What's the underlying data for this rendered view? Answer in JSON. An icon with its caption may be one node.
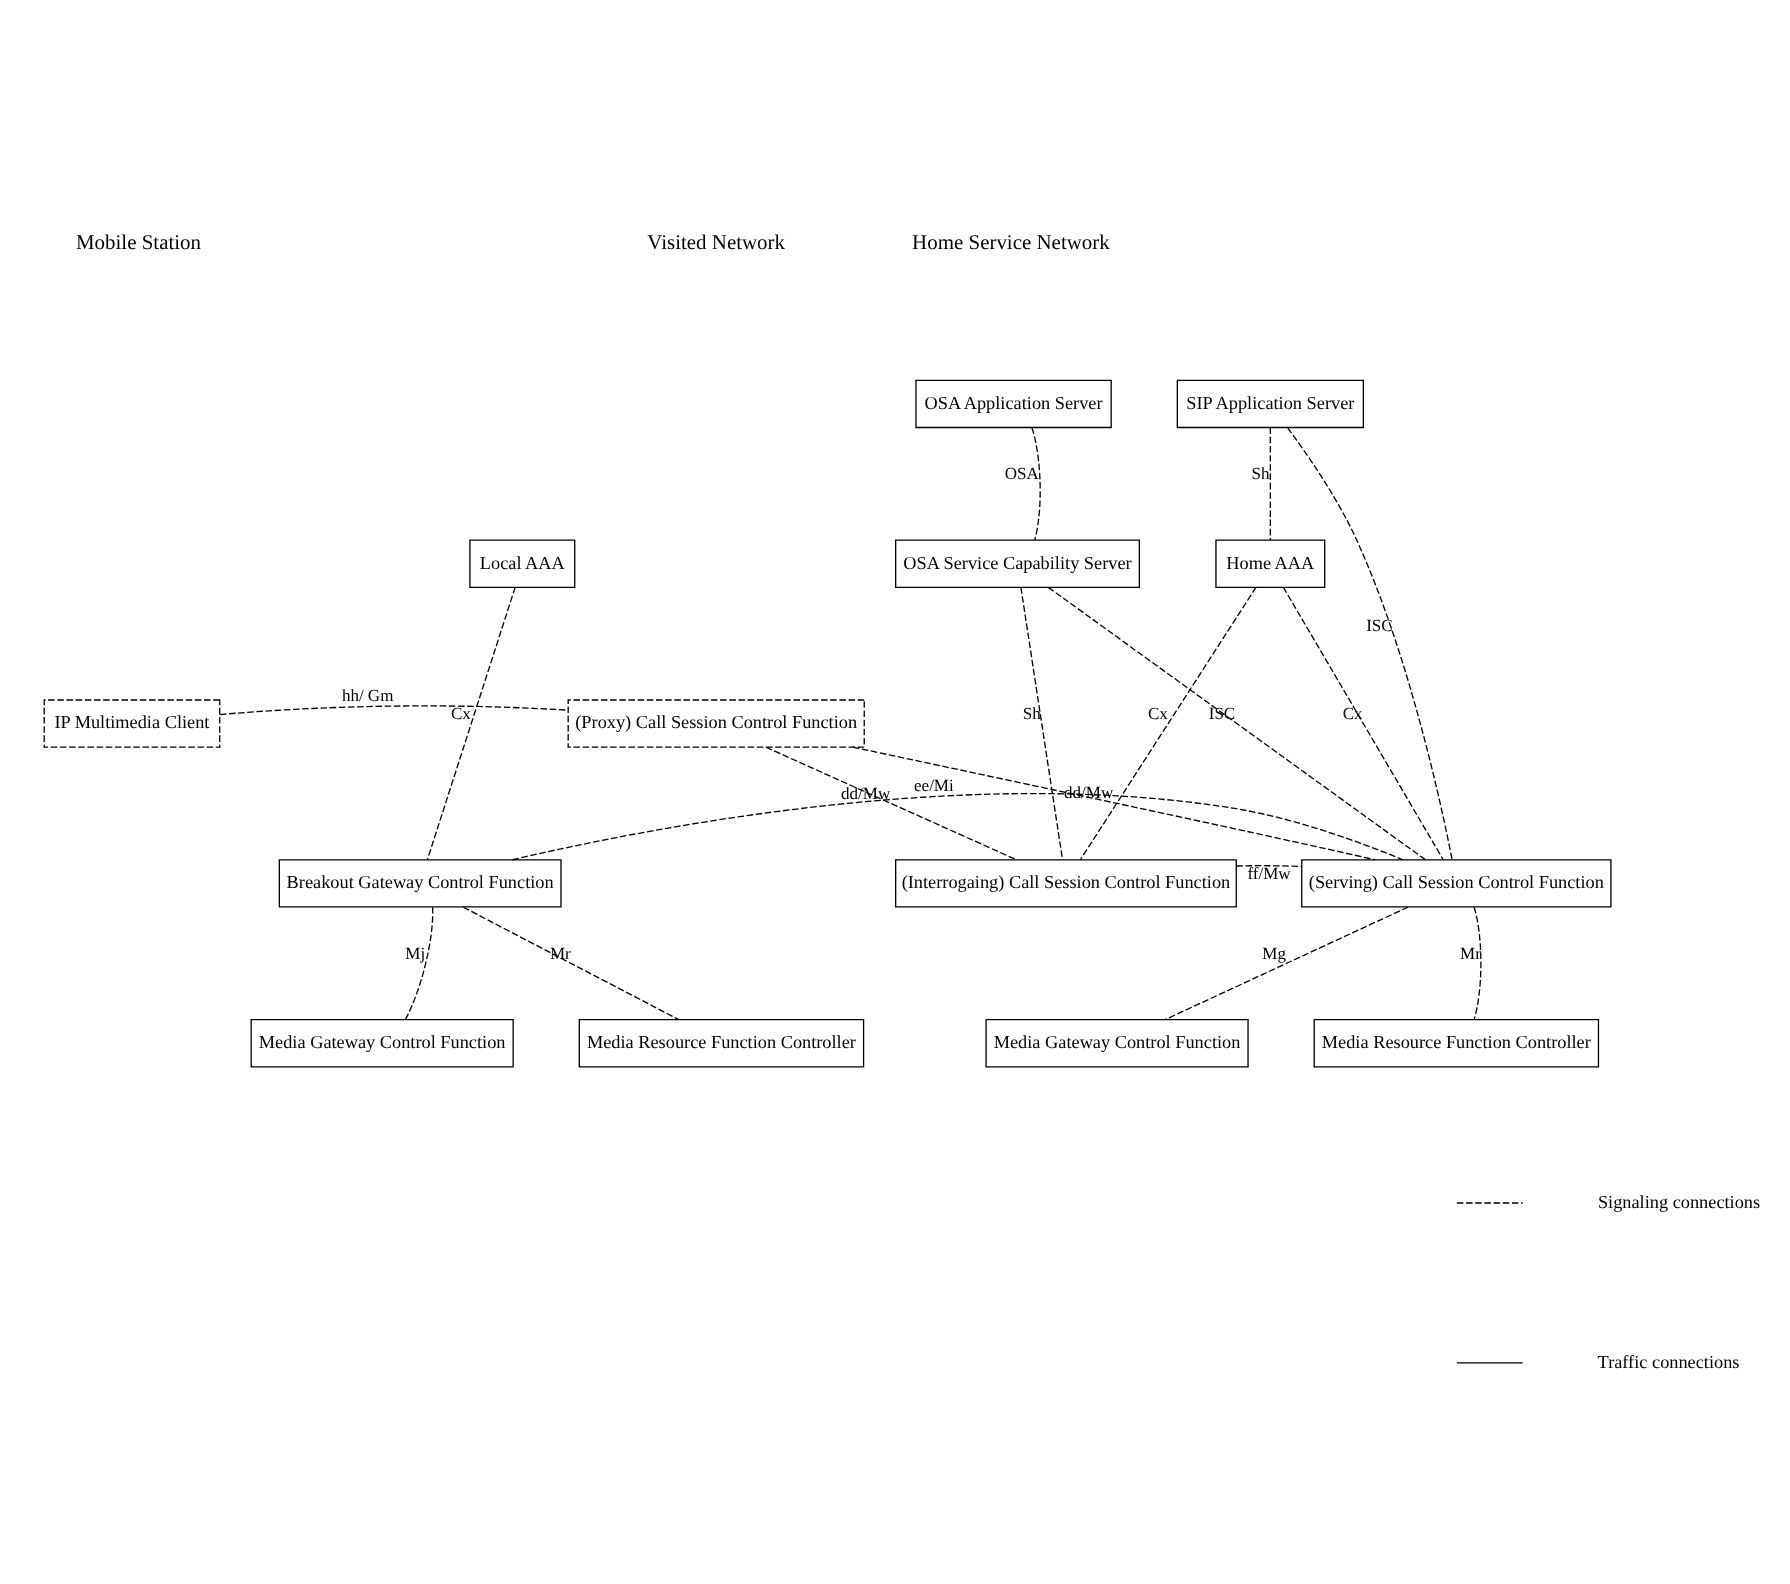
{
  "diagram": {
    "nodes": [
      {
        "text": [
          "IP Multimedia Client"
        ]
      },
      {
        "text": [
          "(Proxy) Call Session Control Function"
        ]
      },
      {
        "text": [
          "Local AAA"
        ]
      },
      {
        "text": [
          "Breakout Gateway Control Function"
        ]
      },
      {
        "text": [
          "Media Gateway Control Function"
        ]
      },
      {
        "text": [
          "Media Resource Function Controller"
        ]
      },
      {
        "text": [
          "SIP Application Server"
        ]
      },
      {
        "text": [
          "OSA Application Server"
        ]
      },
      {
        "text": [
          "Home AAA"
        ]
      },
      {
        "text": [
          "OSA Service Capability Server"
        ]
      },
      {
        "text": [
          "(Interrogaing) Call Session Control Function"
        ]
      },
      {
        "text": [
          "(Serving) Call Session Control Function"
        ]
      },
      {
        "text": [
          "Media Gateway Control Function"
        ]
      },
      {
        "text": [
          "Media Resource Function Controller"
        ]
      }
    ],
    "edges": [
      {
        "from": 0,
        "to": 1,
        "arrow": "none",
        "label": "hh/ Gm",
        "style": "dashed"
      },
      {
        "from": 1,
        "to": 11,
        "arrow": "none",
        "label": "dd/Mw",
        "style": "dashed"
      },
      {
        "from": 1,
        "to": 10,
        "arrow": "none",
        "label": "dd/Mw",
        "style": "dashed"
      },
      {
        "from": 2,
        "to": 3,
        "arrow": "none",
        "label": "Cx",
        "style": "dashed"
      },
      {
        "from": 3,
        "to": 11,
        "arrow": "none",
        "label": "ee/Mi",
        "style": "dashed"
      },
      {
        "from": 3,
        "to": 4,
        "arrow": "none",
        "label": "Mj",
        "style": "dashed"
      },
      {
        "from": 3,
        "to": 5,
        "arrow": "none",
        "label": "Mr",
        "style": "dashed"
      },
      {
        "from": 6,
        "to": 8,
        "arrow": "none",
        "label": "Sh",
        "style": "dashed"
      },
      {
        "from": 6,
        "to": 11,
        "arrow": "none",
        "label": "ISC",
        "style": "dashed"
      },
      {
        "from": 7,
        "to": 9,
        "arrow": "none",
        "label": "OSA",
        "style": "dashed"
      },
      {
        "from": 8,
        "to": 10,
        "arrow": "none",
        "label": "Cx",
        "style": "dashed"
      },
      {
        "from": 8,
        "to": 11,
        "arrow": "none",
        "label": "Cx",
        "style": "dashed"
      },
      {
        "from": 9,
        "to": 10,
        "arrow": "none",
        "label": "Sh",
        "style": "dashed"
      },
      {
        "from": 9,
        "to": 11,
        "arrow": "none",
        "label": "ISC",
        "style": "dashed"
      },
      {
        "from": 10,
        "to": 11,
        "arrow": "none",
        "label": "ff/Mw",
        "style": "dashed"
      },
      {
        "from": 11,
        "to": 12,
        "arrow": "none",
        "label": "Mg",
        "style": "dashed"
      },
      {
        "from": 11,
        "to": 13,
        "arrow": "none",
        "label": "Mr",
        "style": "dashed"
      }
    ],
    "labels": [
      "Mobile Station",
      "Visited Network",
      "Home Service Network"
    ],
    "legend": [
      {
        "text": "Signaling connections"
      },
      {
        "text": "Traffic connections"
      }
    ]
  }
}
